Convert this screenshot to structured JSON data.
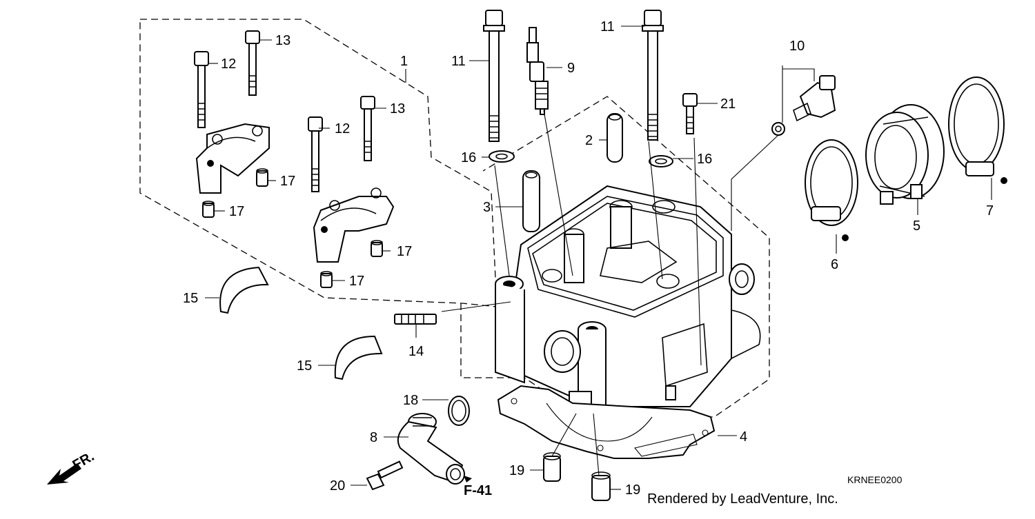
{
  "diagram": {
    "credit": "Rendered by LeadVenture, Inc.",
    "code": "KRNEE0200",
    "front_label": "FR.",
    "ref_label": "F-41",
    "callouts": {
      "c1": "1",
      "c2": "2",
      "c3": "3",
      "c4": "4",
      "c5": "5",
      "c6": "6",
      "c7": "7",
      "c8": "8",
      "c9": "9",
      "c10": "10",
      "c11a": "11",
      "c11b": "11",
      "c12a": "12",
      "c12b": "12",
      "c13a": "13",
      "c13b": "13",
      "c14": "14",
      "c15a": "15",
      "c15b": "15",
      "c16a": "16",
      "c16b": "16",
      "c17a": "17",
      "c17b": "17",
      "c17c": "17",
      "c17d": "17",
      "c18": "18",
      "c19a": "19",
      "c19b": "19",
      "c20": "20",
      "c21": "21"
    }
  }
}
